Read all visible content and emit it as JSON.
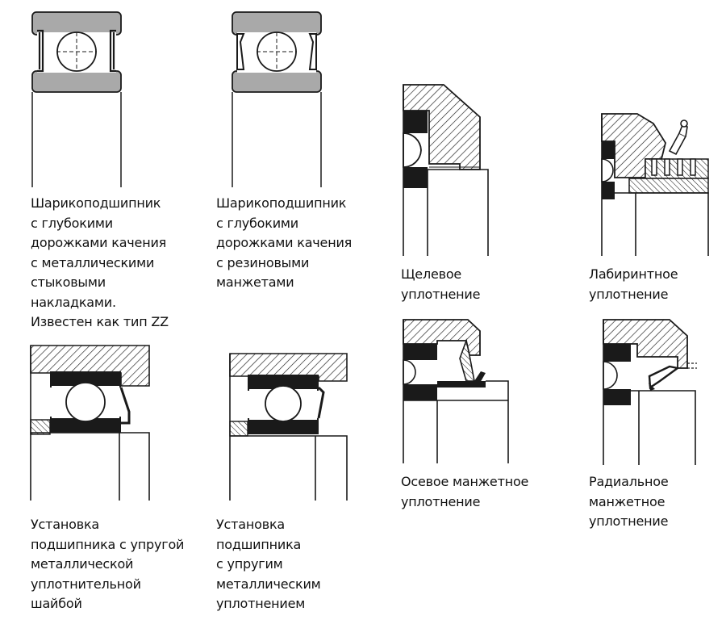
{
  "panels": [
    {
      "id": "zz-shields",
      "caption": [
        "Шарикоподшипник",
        "с глубокими",
        "дорожками качения",
        "с металлическими",
        "стыковыми",
        "накладками.",
        "Известен как тип ZZ"
      ]
    },
    {
      "id": "rubber-seals",
      "caption": [
        "Шарикоподшипник",
        "с глубокими",
        "дорожками качения",
        "с резиновыми",
        "манжетами"
      ]
    },
    {
      "id": "gap-seal",
      "caption": [
        "Щелевое",
        "уплотнение"
      ]
    },
    {
      "id": "labyrinth-seal",
      "caption": [
        "Лабиринтное",
        "уплотнение"
      ]
    },
    {
      "id": "elastic-washer",
      "caption": [
        "Установка",
        "подшипника с упругой",
        "металлической",
        "уплотнительной",
        "шайбой"
      ]
    },
    {
      "id": "elastic-metal-seal",
      "caption": [
        "Установка",
        "подшипника",
        "с упругим",
        "металлическим",
        "уплотнением"
      ]
    },
    {
      "id": "axial-lip-seal",
      "caption": [
        "Осевое манжетное",
        "уплотнение"
      ]
    },
    {
      "id": "radial-lip-seal",
      "caption": [
        "Радиальное",
        "манжетное",
        "уплотнение"
      ]
    }
  ],
  "colors": {
    "ink": "#1a1a1a",
    "ring_fill": "#a9a9a9",
    "paper": "#ffffff"
  }
}
